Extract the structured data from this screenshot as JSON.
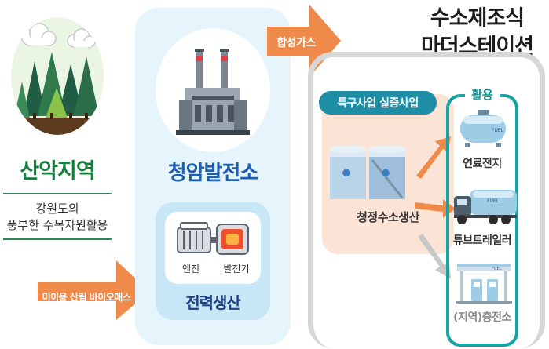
{
  "forest": {
    "title": "산악지역",
    "desc_line1": "강원도의",
    "desc_line2": "풍부한 수목자원활용",
    "arrow_label": "미이용 산림 바이오매스"
  },
  "plant": {
    "title": "청암발전소",
    "engine_label": "엔진",
    "generator_label": "발전기",
    "output_title": "전력생산"
  },
  "syngas": {
    "label": "합성가스"
  },
  "station": {
    "title_line1": "수소제조식",
    "title_line2": "마더스테이션",
    "special_zone_label": "특구사업 실증사업",
    "production_label": "청정수소생산",
    "use_label": "활용",
    "uses": [
      {
        "label": "연료전지",
        "icon": "fuel-tank-icon"
      },
      {
        "label": "튜브트레일러",
        "icon": "tube-trailer-icon"
      },
      {
        "label": "(지역)충전소",
        "icon": "charging-station-icon"
      }
    ],
    "fuel_text": "FUEL"
  },
  "colors": {
    "forest_green": "#15803d",
    "plant_blue": "#1f5fb0",
    "arrow_orange": "#f08a4b",
    "teal": "#17a3a3",
    "special_teal": "#1e8ea6",
    "gray_arrow": "#c8c8c8"
  }
}
